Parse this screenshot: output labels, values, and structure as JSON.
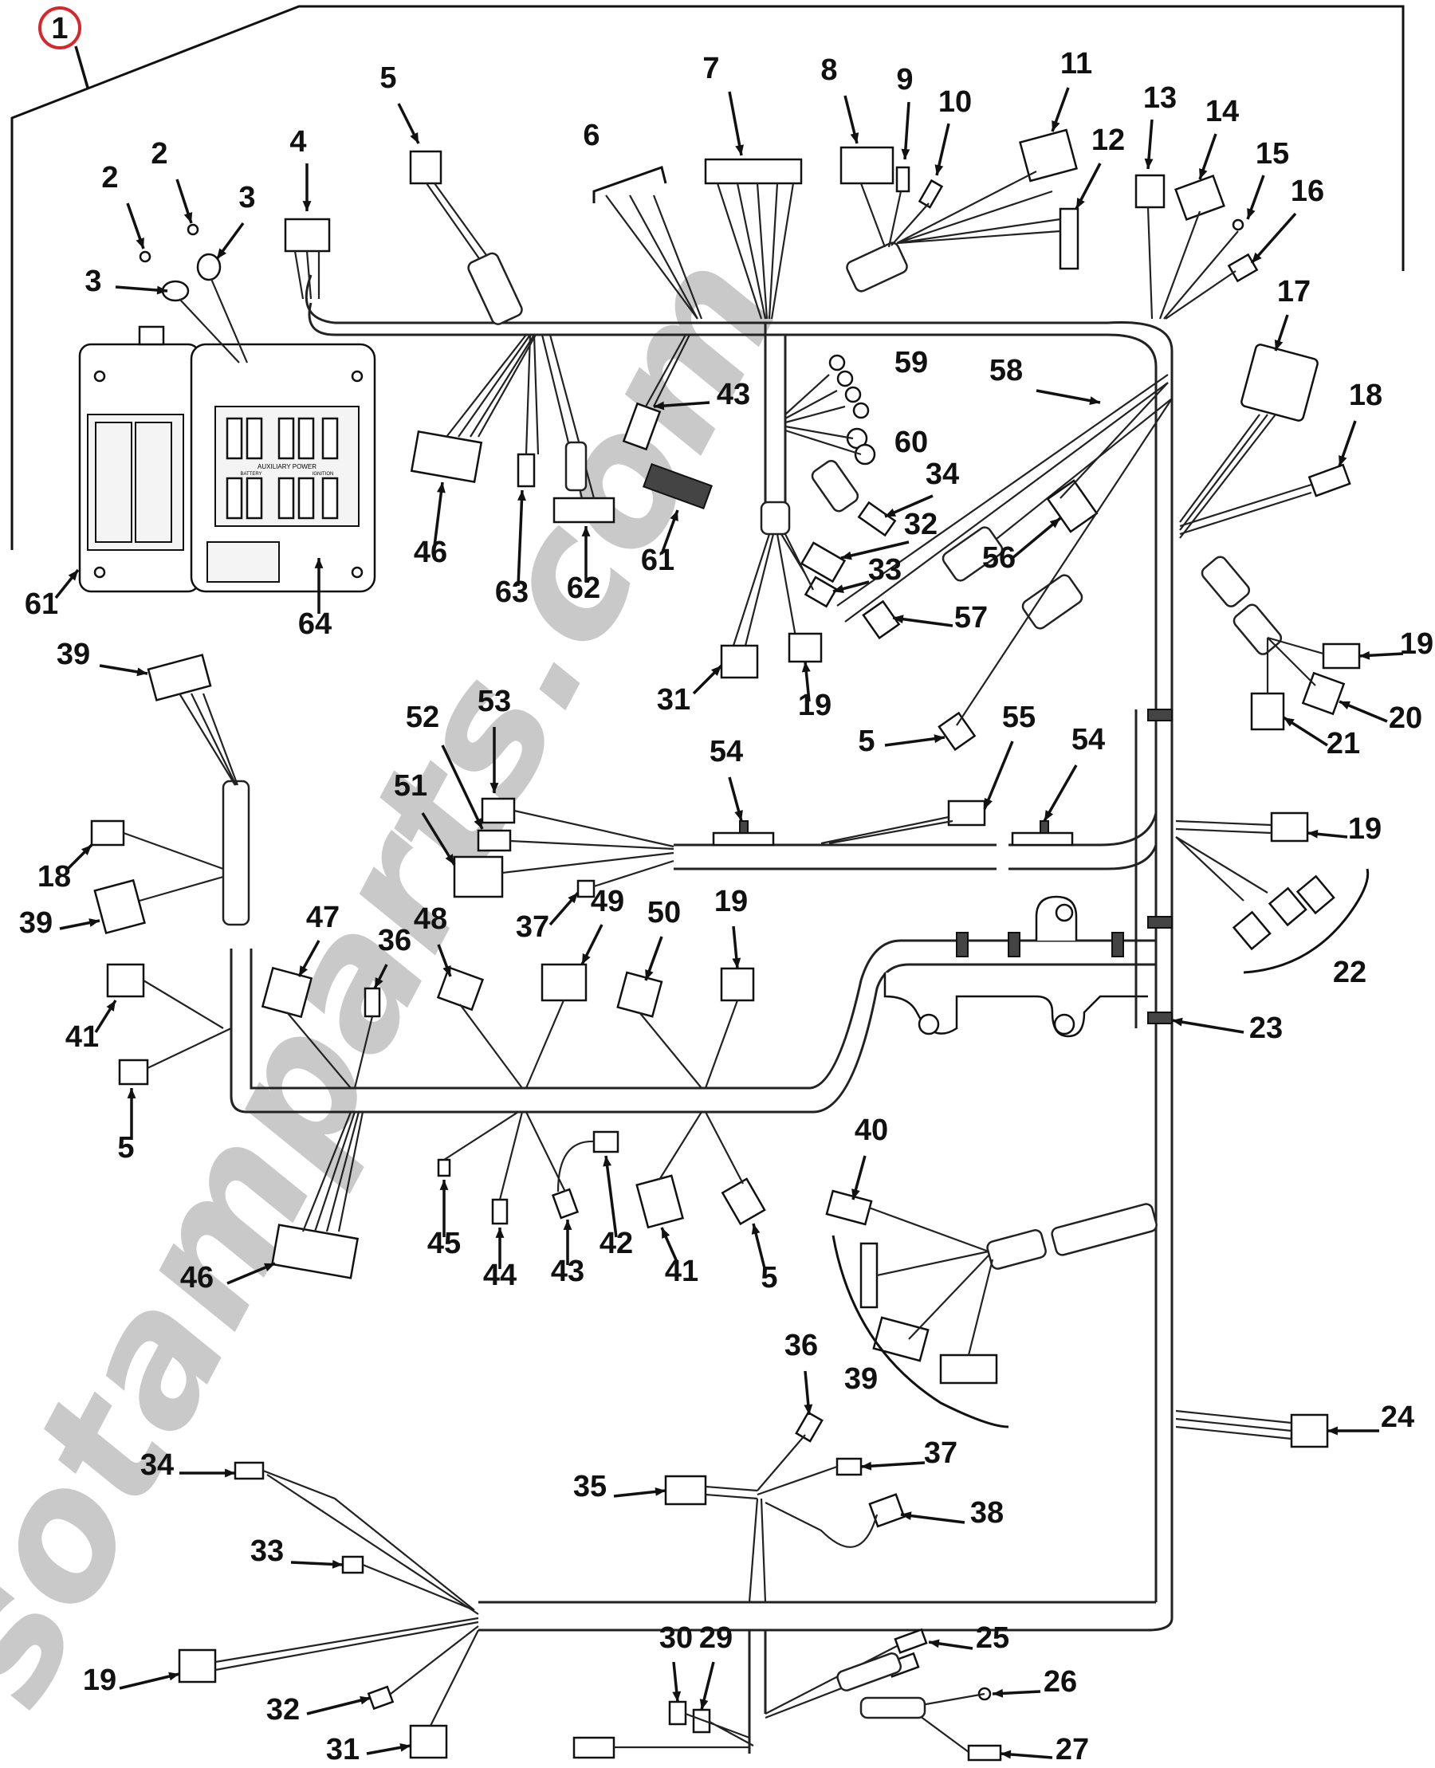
{
  "badge": "1",
  "watermark": {
    "text": "sotamparts.com",
    "color_primary": "#b53a3a",
    "color_secondary": "#888888"
  },
  "fuse_box_labels": {
    "title": "AUXILIARY POWER",
    "left": "BATTERY",
    "right": "IGNITION"
  },
  "callouts": [
    {
      "id": "c2a",
      "text": "2"
    },
    {
      "id": "c2b",
      "text": "2"
    },
    {
      "id": "c3a",
      "text": "3"
    },
    {
      "id": "c3b",
      "text": "3"
    },
    {
      "id": "c4",
      "text": "4"
    },
    {
      "id": "c5a",
      "text": "5"
    },
    {
      "id": "c6",
      "text": "6"
    },
    {
      "id": "c7",
      "text": "7"
    },
    {
      "id": "c8",
      "text": "8"
    },
    {
      "id": "c9",
      "text": "9"
    },
    {
      "id": "c10",
      "text": "10"
    },
    {
      "id": "c11",
      "text": "11"
    },
    {
      "id": "c12",
      "text": "12"
    },
    {
      "id": "c13",
      "text": "13"
    },
    {
      "id": "c14",
      "text": "14"
    },
    {
      "id": "c15",
      "text": "15"
    },
    {
      "id": "c16",
      "text": "16"
    },
    {
      "id": "c17",
      "text": "17"
    },
    {
      "id": "c18a",
      "text": "18"
    },
    {
      "id": "c59",
      "text": "59"
    },
    {
      "id": "c43a",
      "text": "43"
    },
    {
      "id": "c58",
      "text": "58"
    },
    {
      "id": "c60",
      "text": "60"
    },
    {
      "id": "c34a",
      "text": "34"
    },
    {
      "id": "c32a",
      "text": "32"
    },
    {
      "id": "c33a",
      "text": "33"
    },
    {
      "id": "c56",
      "text": "56"
    },
    {
      "id": "c57",
      "text": "57"
    },
    {
      "id": "c31a",
      "text": "31"
    },
    {
      "id": "c19a",
      "text": "19"
    },
    {
      "id": "c46a",
      "text": "46"
    },
    {
      "id": "c63",
      "text": "63"
    },
    {
      "id": "c62",
      "text": "62"
    },
    {
      "id": "c61a",
      "text": "61"
    },
    {
      "id": "c61b",
      "text": "61"
    },
    {
      "id": "c64",
      "text": "64"
    },
    {
      "id": "c39a",
      "text": "39"
    },
    {
      "id": "c18b",
      "text": "18"
    },
    {
      "id": "c39b",
      "text": "39"
    },
    {
      "id": "c41a",
      "text": "41"
    },
    {
      "id": "c5b",
      "text": "5"
    },
    {
      "id": "c52",
      "text": "52"
    },
    {
      "id": "c53",
      "text": "53"
    },
    {
      "id": "c51",
      "text": "51"
    },
    {
      "id": "c54a",
      "text": "54"
    },
    {
      "id": "c54b",
      "text": "54"
    },
    {
      "id": "c55",
      "text": "55"
    },
    {
      "id": "c5c",
      "text": "5"
    },
    {
      "id": "c19b",
      "text": "19"
    },
    {
      "id": "c20",
      "text": "20"
    },
    {
      "id": "c21",
      "text": "21"
    },
    {
      "id": "c19c",
      "text": "19"
    },
    {
      "id": "c22",
      "text": "22"
    },
    {
      "id": "c23",
      "text": "23"
    },
    {
      "id": "c37a",
      "text": "37"
    },
    {
      "id": "c47",
      "text": "47"
    },
    {
      "id": "c36a",
      "text": "36"
    },
    {
      "id": "c48",
      "text": "48"
    },
    {
      "id": "c49",
      "text": "49"
    },
    {
      "id": "c50",
      "text": "50"
    },
    {
      "id": "c19d",
      "text": "19"
    },
    {
      "id": "c46b",
      "text": "46"
    },
    {
      "id": "c45",
      "text": "45"
    },
    {
      "id": "c44",
      "text": "44"
    },
    {
      "id": "c43b",
      "text": "43"
    },
    {
      "id": "c42",
      "text": "42"
    },
    {
      "id": "c41b",
      "text": "41"
    },
    {
      "id": "c5d",
      "text": "5"
    },
    {
      "id": "c40",
      "text": "40"
    },
    {
      "id": "c39c",
      "text": "39"
    },
    {
      "id": "c24",
      "text": "24"
    },
    {
      "id": "c36b",
      "text": "36"
    },
    {
      "id": "c37b",
      "text": "37"
    },
    {
      "id": "c35",
      "text": "35"
    },
    {
      "id": "c38",
      "text": "38"
    },
    {
      "id": "c34b",
      "text": "34"
    },
    {
      "id": "c33b",
      "text": "33"
    },
    {
      "id": "c19e",
      "text": "19"
    },
    {
      "id": "c32b",
      "text": "32"
    },
    {
      "id": "c31b",
      "text": "31"
    },
    {
      "id": "c30",
      "text": "30"
    },
    {
      "id": "c29",
      "text": "29"
    },
    {
      "id": "c25",
      "text": "25"
    },
    {
      "id": "c26",
      "text": "26"
    },
    {
      "id": "c27",
      "text": "27"
    }
  ]
}
